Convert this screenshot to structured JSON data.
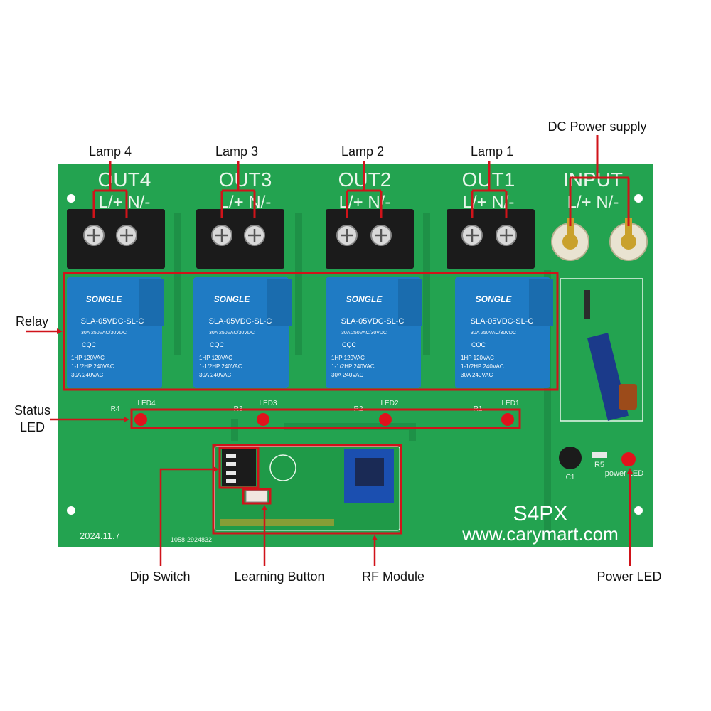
{
  "colors": {
    "pcb": "#23a350",
    "pcb_dark": "#1d8a43",
    "silk": "#e8f6ea",
    "relay": "#1f7bc4",
    "terminal": "#1b1b1b",
    "callout": "#d0131a",
    "led": "#e0121c",
    "label_text": "#111111"
  },
  "callouts": {
    "lamp4": "Lamp 4",
    "lamp3": "Lamp 3",
    "lamp2": "Lamp 2",
    "lamp1": "Lamp 1",
    "dc_power": "DC Power supply",
    "relay": "Relay",
    "status_line1": "Status",
    "status_line2": "LED",
    "dip_switch": "Dip Switch",
    "learning_button": "Learning Button",
    "rf_module": "RF Module",
    "power_led": "Power LED"
  },
  "board": {
    "outputs": [
      {
        "title": "OUT4",
        "pins": "L/+  N/-",
        "led": "LED4",
        "res": "R4"
      },
      {
        "title": "OUT3",
        "pins": "L/+  N/-",
        "led": "LED3",
        "res": "R3"
      },
      {
        "title": "OUT2",
        "pins": "L/+  N/-",
        "led": "LED2",
        "res": "R2"
      },
      {
        "title": "OUT1",
        "pins": "L/+  N/-",
        "led": "LED1",
        "res": "R1"
      }
    ],
    "input_title": "INPUT",
    "input_pins": "L/+  N/-",
    "relay": {
      "brand": "SONGLE",
      "model": "SLA-05VDC-SL-C",
      "rating1": "30A  250VAC/30VDC",
      "cert": "CQC",
      "spec1": "1HP 120VAC",
      "spec2": "1-1/2HP 240VAC",
      "spec3": "30A 240VAC"
    },
    "model": "S4PX",
    "website": "www.carymart.com",
    "date": "2024.11.7",
    "serial": "1058-2924832",
    "power_led_silk": "power LED",
    "c1": "C1",
    "r5": "R5"
  }
}
